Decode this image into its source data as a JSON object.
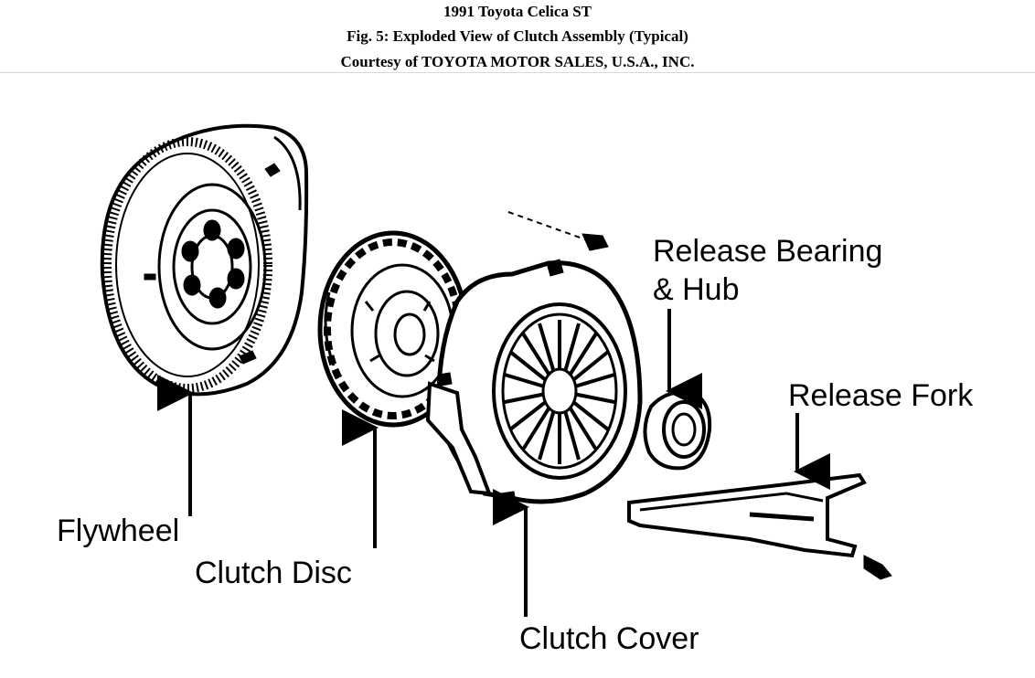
{
  "header": {
    "title": "1991 Toyota Celica ST",
    "figure_caption": "Fig. 5: Exploded View of Clutch Assembly (Typical)",
    "courtesy": "Courtesy of TOYOTA MOTOR SALES, U.S.A., INC."
  },
  "labels": {
    "flywheel": "Flywheel",
    "clutch_disc": "Clutch Disc",
    "clutch_cover": "Clutch Cover",
    "release_bearing_line1": "Release Bearing",
    "release_bearing_line2": "& Hub",
    "release_fork": "Release Fork"
  }
}
